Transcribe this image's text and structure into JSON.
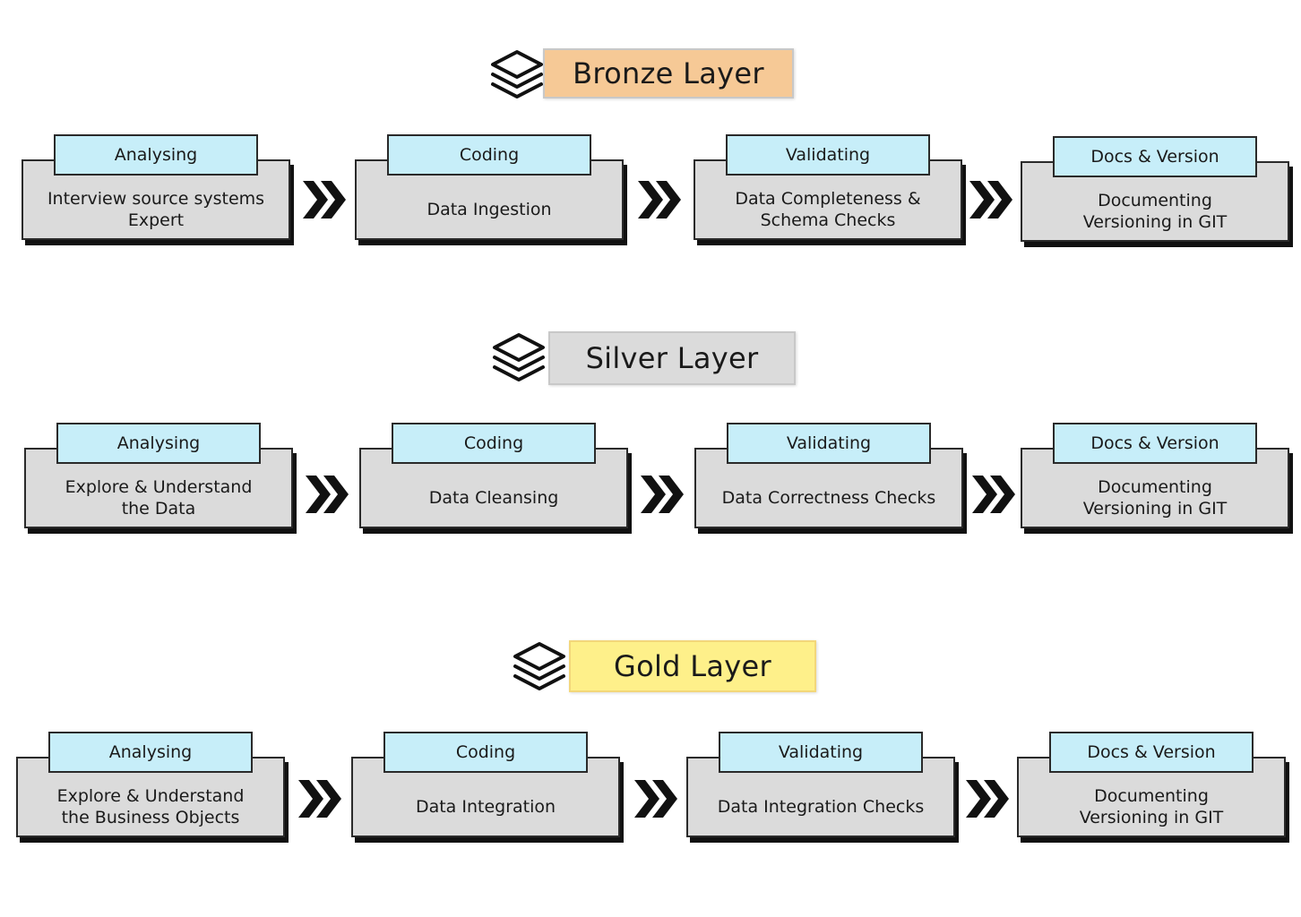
{
  "layers": [
    {
      "title": "Bronze Layer",
      "color": "#f6c996",
      "steps": [
        {
          "tag": "Analysing",
          "text": "Interview source systems\nExpert"
        },
        {
          "tag": "Coding",
          "text": "Data Ingestion"
        },
        {
          "tag": "Validating",
          "text": "Data Completeness &\nSchema Checks"
        },
        {
          "tag": "Docs & Version",
          "text": "Documenting\nVersioning in GIT"
        }
      ]
    },
    {
      "title": "Silver Layer",
      "color": "#dbdbdb",
      "steps": [
        {
          "tag": "Analysing",
          "text": "Explore & Understand\nthe Data"
        },
        {
          "tag": "Coding",
          "text": "Data Cleansing"
        },
        {
          "tag": "Validating",
          "text": "Data Correctness Checks"
        },
        {
          "tag": "Docs & Version",
          "text": "Documenting\nVersioning in GIT"
        }
      ]
    },
    {
      "title": "Gold Layer",
      "color": "#fef08a",
      "steps": [
        {
          "tag": "Analysing",
          "text": "Explore & Understand\nthe Business Objects"
        },
        {
          "tag": "Coding",
          "text": "Data Integration"
        },
        {
          "tag": "Validating",
          "text": "Data Integration Checks"
        },
        {
          "tag": "Docs & Version",
          "text": "Documenting\nVersioning in GIT"
        }
      ]
    }
  ],
  "icons": {
    "layer": "layers-stack-icon",
    "flow": "double-chevron-right-icon"
  }
}
